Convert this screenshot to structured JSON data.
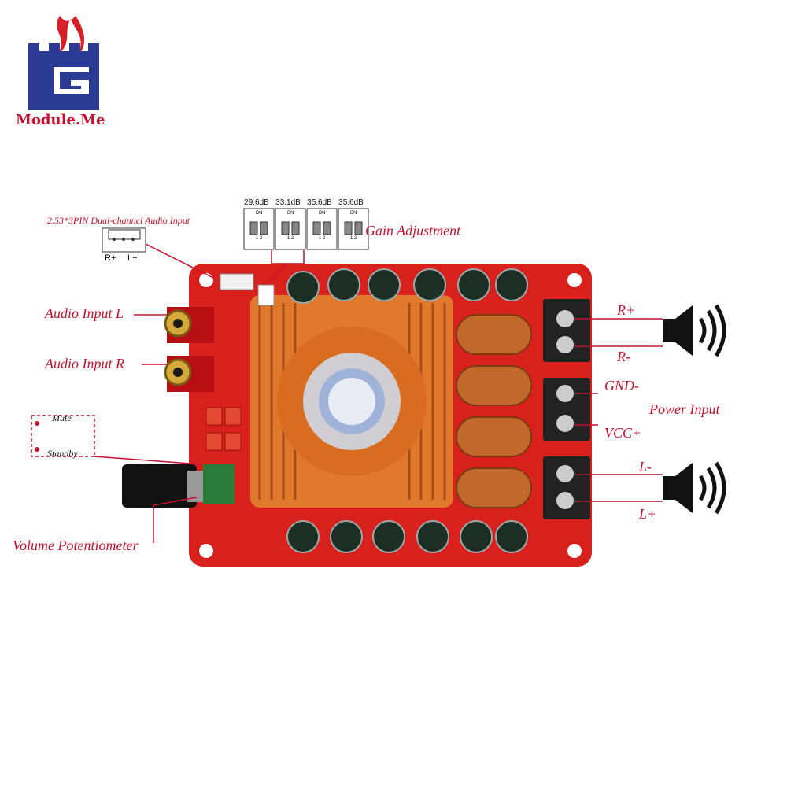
{
  "logo": {
    "brand_text": "Module.Me",
    "colors": {
      "flame": "#d61f26",
      "castle": "#2b3a94"
    }
  },
  "audio_input_header": {
    "label": "2.53*3PIN Dual-channel Audio Input",
    "pin_labels": [
      "R+",
      "L+"
    ]
  },
  "gain": {
    "title": "Gain Adjustment",
    "settings": [
      {
        "db": "29.6dB",
        "on": "ON",
        "pins": "1 2"
      },
      {
        "db": "33.1dB",
        "on": "ON",
        "pins": "1 2"
      },
      {
        "db": "35.6dB",
        "on": "ON",
        "pins": "1 2"
      },
      {
        "db": "35.6dB",
        "on": "ON",
        "pins": "1 2"
      }
    ]
  },
  "callouts": {
    "audio_input_l": "Audio Input L",
    "audio_input_r": "Audio Input R",
    "mute": "Mute",
    "standby": "Standby",
    "volume_pot": "Volume Potentiometer",
    "power_input": "Power Input"
  },
  "terminals": {
    "r_plus": "R+",
    "r_minus": "R-",
    "gnd": "GND-",
    "vcc": "VCC+",
    "l_minus": "L-",
    "l_plus": "L+"
  },
  "colors": {
    "board": "#d8201c",
    "heatsink": "#e0792c",
    "callout_red": "#c8102e",
    "terminal": "#222222"
  }
}
